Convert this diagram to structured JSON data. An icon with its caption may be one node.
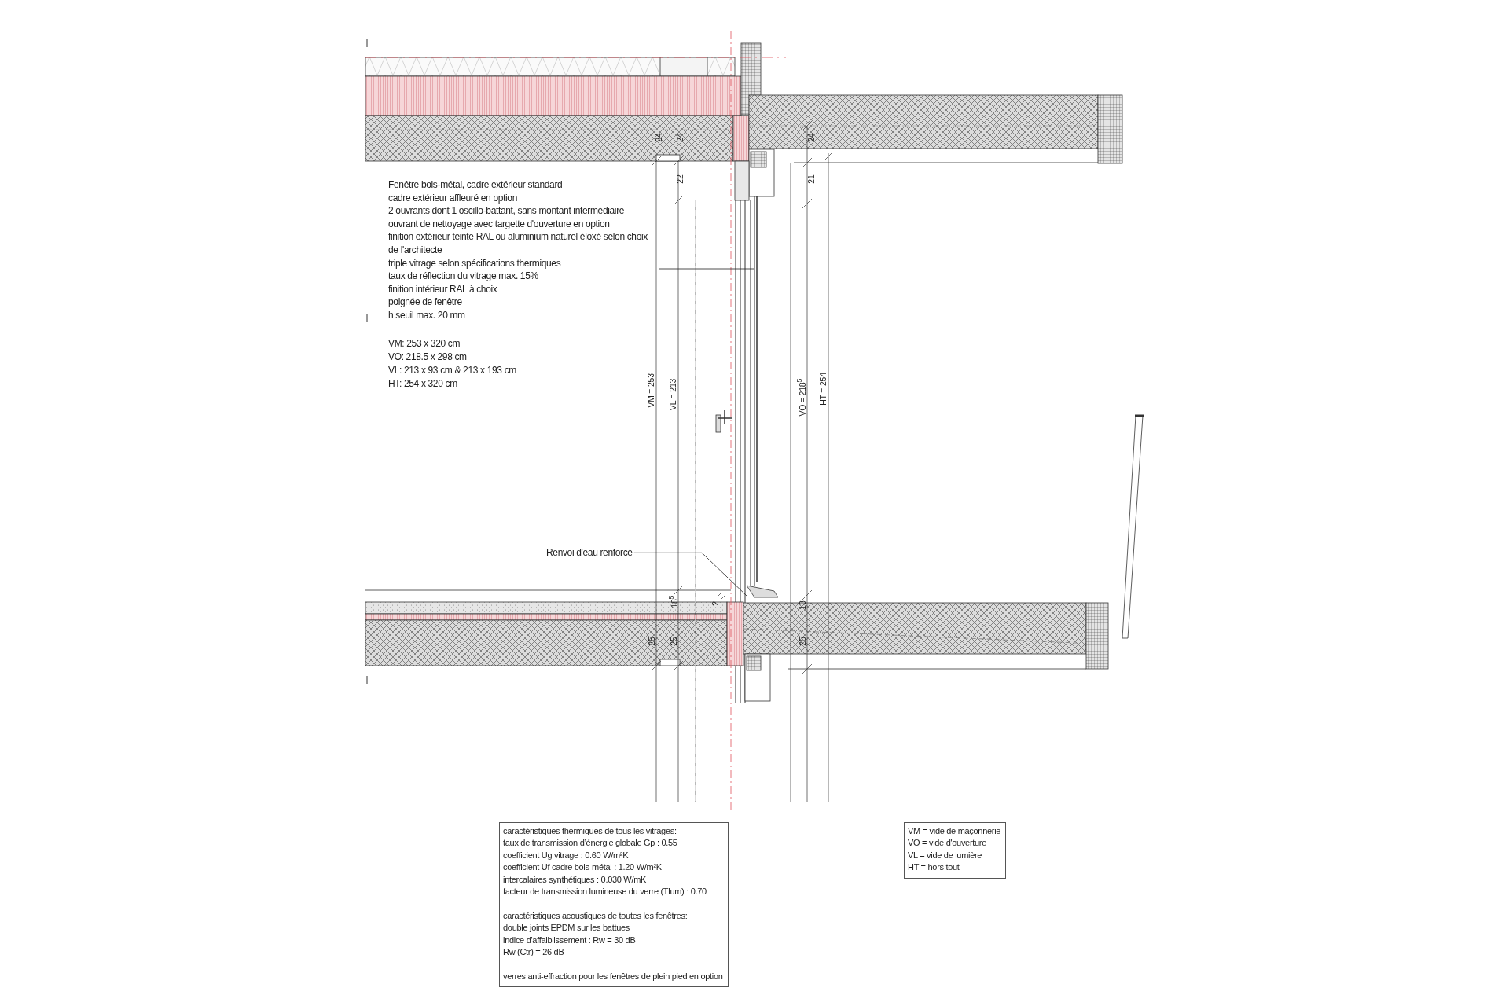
{
  "diagram": {
    "nodes": [
      {
        "text": [
          "Fenêtre bois-métal, cadre extérieur standard",
          "cadre extérieur affleuré en option",
          "2 ouvrants dont 1 oscillo-battant, sans montant intermédiaire",
          "ouvrant de nettoyage avec targette d'ouverture en option",
          "finition extérieur teinte RAL ou aluminium naturel éloxé selon choix de l'architecte",
          "triple vitrage selon spécifications thermiques",
          "taux de réflection du vitrage max. 15%",
          "finition intérieur RAL à choix",
          "poignée de fenêtre",
          "h seuil max. 20 mm"
        ]
      },
      {
        "text": [
          "Renvoi d'eau renforcé"
        ]
      },
      {
        "text": [
          "caractéristiques thermiques de tous les vitrages:",
          "taux de transmission d’énergie globale Gp : 0.55",
          "coefficient Ug vitrage : 0.60 W/m²K",
          "coefficient Uf cadre bois-métal : 1.20 W/m²K",
          "intercalaires synthétiques : 0.030 W/mK",
          "facteur de transmission lumineuse du verre (Tlum) : 0.70",
          "caractéristiques acoustiques de toutes les fenêtres:",
          "double joints EPDM sur les battues",
          "indice d'affaiblissement : Rw = 30 dB",
          "Rw (Ctr) = 26 dB",
          "verres anti-effraction pour les fenêtres de plein pied en option"
        ]
      },
      {
        "text": [
          "VM = vide de maçonnerie",
          "VO = vide d'ouverture",
          "VL = vide de lumière",
          "HT = hors tout"
        ]
      }
    ],
    "edges": [
      {
        "from": 0,
        "to": null,
        "arrow": "none"
      },
      {
        "from": 1,
        "to": null,
        "arrow": "none"
      }
    ],
    "labels": [
      "24",
      "24",
      "24",
      "22",
      "21",
      "VM: 253 x 320 cm",
      "VO: 218.5 x 298 cm",
      "VL: 213 x 93 cm & 213 x 193 cm",
      "HT: 254 x 320 cm",
      "VM = 253",
      "VL = 213",
      "VO = 218$^{5}$",
      "HT = 254",
      "18$^{5}$",
      "2",
      "13",
      "25",
      "25",
      "25"
    ]
  }
}
